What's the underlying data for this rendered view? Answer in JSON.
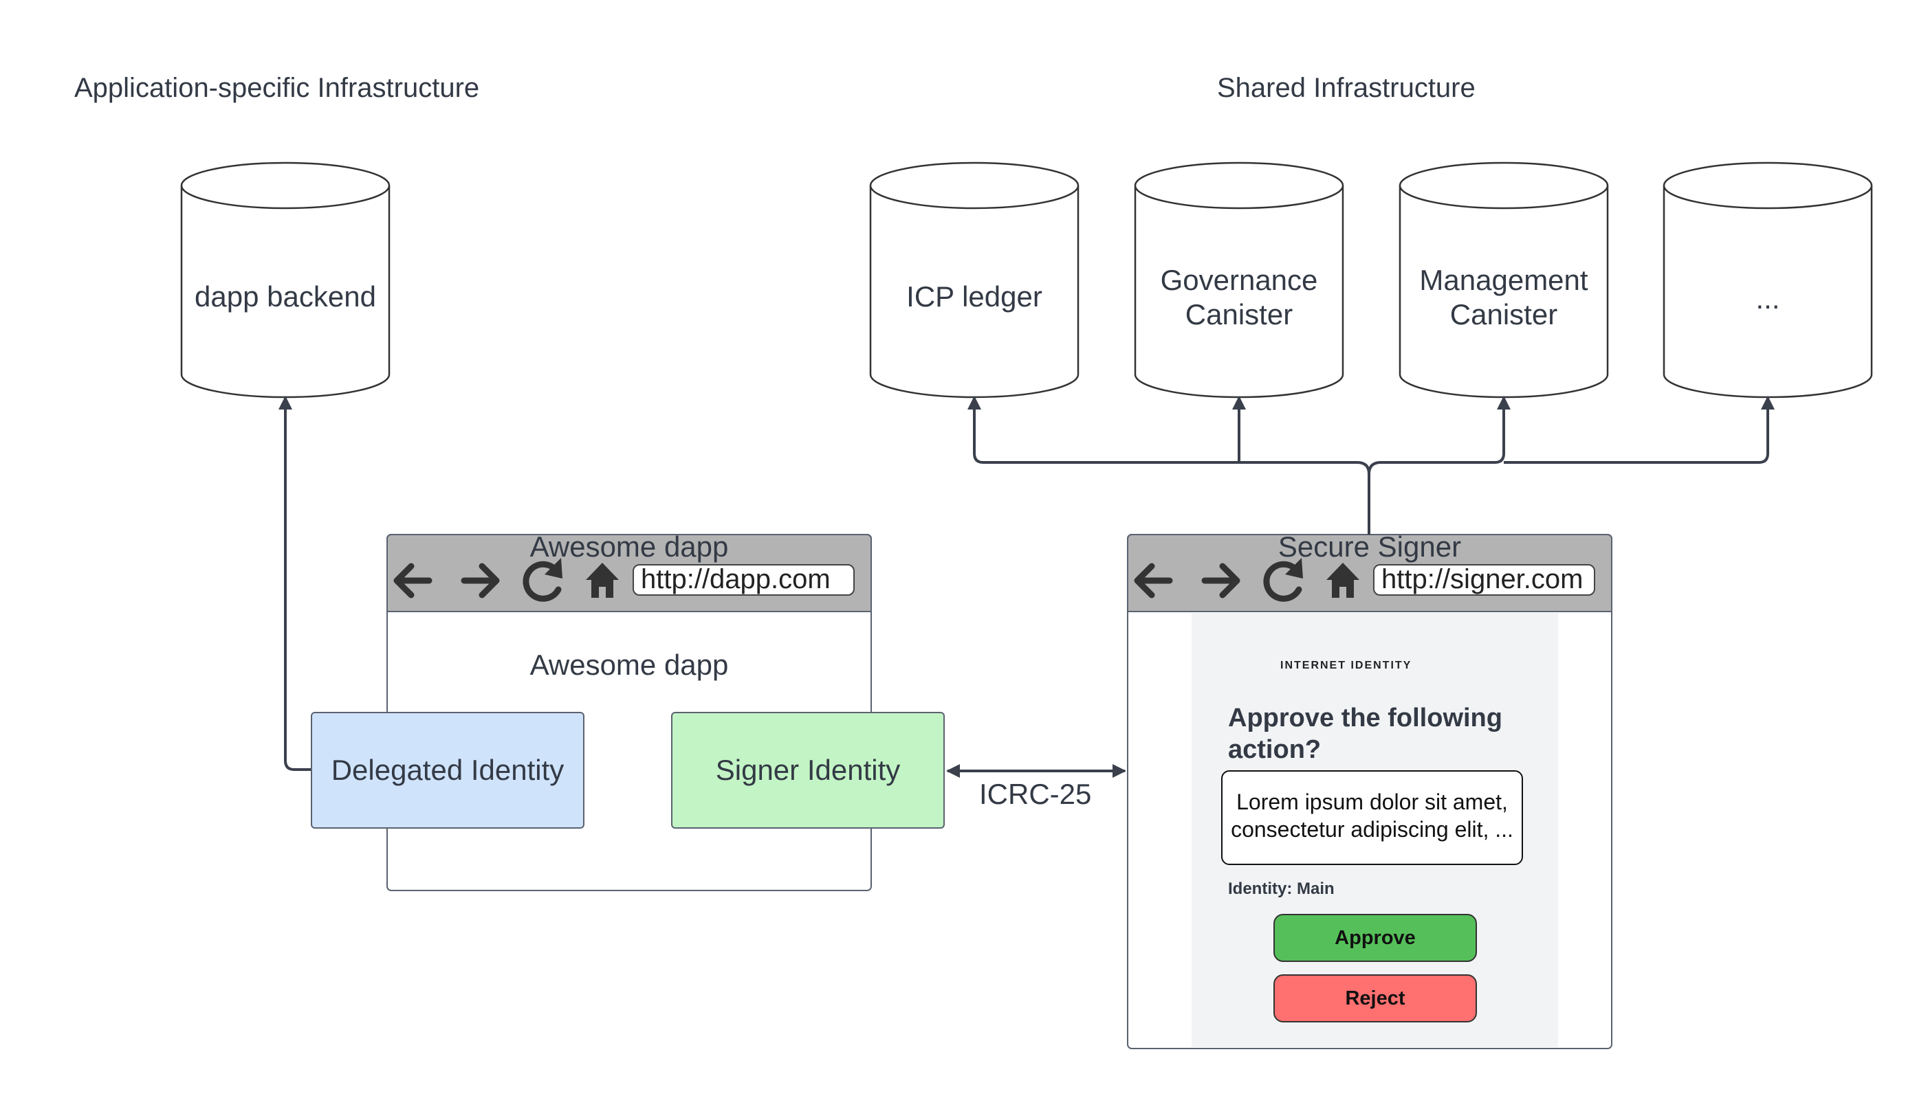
{
  "sections": {
    "app_specific": "Application-specific Infrastructure",
    "shared": "Shared Infrastructure"
  },
  "databases": {
    "dapp_backend": "dapp backend",
    "icp_ledger": "ICP ledger",
    "governance": [
      "Governance",
      "Canister"
    ],
    "management": [
      "Management",
      "Canister"
    ],
    "more": "..."
  },
  "dapp_window": {
    "title": "Awesome dapp",
    "url": "http://dapp.com",
    "body_label": "Awesome dapp",
    "delegated_identity": "Delegated Identity",
    "signer_identity": "Signer Identity"
  },
  "edge_label": "ICRC-25",
  "signer_window": {
    "title": "Secure Signer",
    "url": "http://signer.com",
    "brand": "INTERNET IDENTITY",
    "question": [
      "Approve the following",
      "action?"
    ],
    "message": [
      "Lorem ipsum dolor sit amet,",
      "consectetur adipiscing elit, ..."
    ],
    "identity": "Identity: Main",
    "approve": "Approve",
    "reject": "Reject"
  },
  "colors": {
    "delegated_fill": "#cfe3fb",
    "signer_fill": "#c3f4c5",
    "toolbar": "#b3b3b3",
    "approve": "#55c05a",
    "reject": "#ff7070",
    "edge": "#3a404c"
  }
}
